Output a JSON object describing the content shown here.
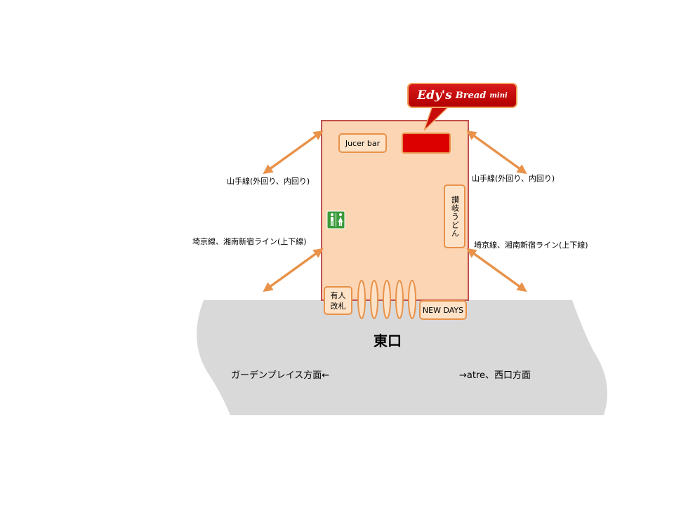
{
  "brand": {
    "edys_name": "Edy's",
    "edys_bread": "Bread",
    "edys_mini": "mini"
  },
  "shops": {
    "juicer_bar": "Jucer bar",
    "sanuki_udon": "讃岐うどん",
    "new_days": "NEW DAYS",
    "manned_gate": "有人改札"
  },
  "lines": {
    "yamanote_left": "山手線(外回り、内回り)",
    "yamanote_right": "山手線(外回り、内回り)",
    "saikyo_left": "埼京線、湘南新宿ライン(上下線)",
    "saikyo_right": "埼京線、湘南新宿ライン(上下線)"
  },
  "exit": {
    "name": "東口",
    "left_direction": "ガーデンプレイス方面←",
    "right_direction": "→atre、西口方面"
  },
  "colors": {
    "concourse": "#fcd5b5",
    "concourse_border": "#c0504d",
    "orange": "#e8924a",
    "red": "#dd0000",
    "plaza": "#d9d9d9",
    "restroom_green": "#3a9b3a"
  },
  "icons": {
    "restroom": "restroom-icon",
    "ticket_gates": "ticket-gate-icon",
    "arrows": "double-arrow-icon"
  }
}
